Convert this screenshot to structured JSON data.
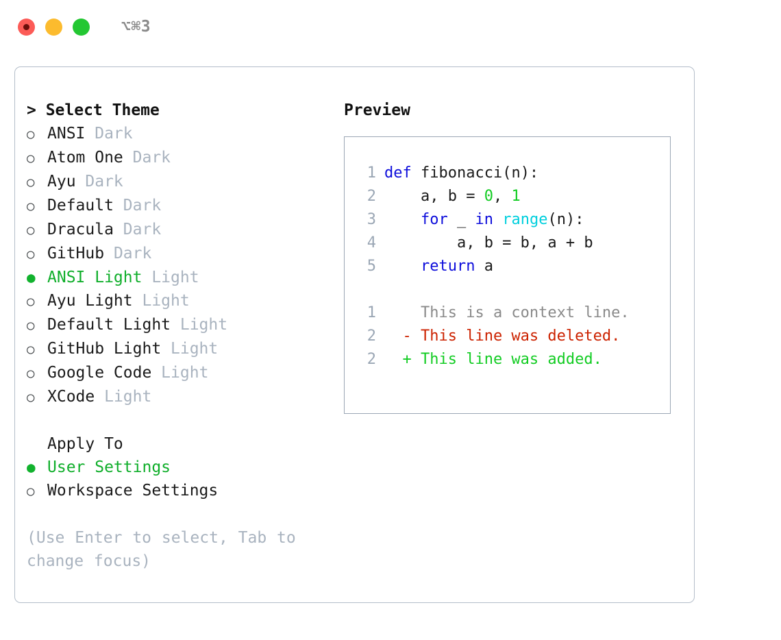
{
  "window": {
    "shortcut_label": "⌥⌘3",
    "traffic_lights": [
      {
        "name": "close",
        "color": "#fc5b57"
      },
      {
        "name": "minimize",
        "color": "#fcbb2e"
      },
      {
        "name": "maximize",
        "color": "#23c732"
      }
    ]
  },
  "theme_selector": {
    "header": "> Select Theme",
    "options": [
      {
        "bullet": "○",
        "name": "ANSI",
        "tag": " Dark",
        "selected": false
      },
      {
        "bullet": "○",
        "name": "Atom One",
        "tag": " Dark",
        "selected": false
      },
      {
        "bullet": "○",
        "name": "Ayu",
        "tag": " Dark",
        "selected": false
      },
      {
        "bullet": "○",
        "name": "Default",
        "tag": " Dark",
        "selected": false
      },
      {
        "bullet": "○",
        "name": "Dracula",
        "tag": " Dark",
        "selected": false
      },
      {
        "bullet": "○",
        "name": "GitHub",
        "tag": " Dark",
        "selected": false
      },
      {
        "bullet": "●",
        "name": "ANSI Light",
        "tag": " Light",
        "selected": true
      },
      {
        "bullet": "○",
        "name": "Ayu Light",
        "tag": " Light",
        "selected": false
      },
      {
        "bullet": "○",
        "name": "Default Light",
        "tag": " Light",
        "selected": false
      },
      {
        "bullet": "○",
        "name": "GitHub Light",
        "tag": " Light",
        "selected": false
      },
      {
        "bullet": "○",
        "name": "Google Code",
        "tag": " Light",
        "selected": false
      },
      {
        "bullet": "○",
        "name": "XCode",
        "tag": " Light",
        "selected": false
      }
    ]
  },
  "apply_to": {
    "label": "Apply To",
    "options": [
      {
        "bullet": "●",
        "name": "User Settings",
        "tag": "",
        "selected": true
      },
      {
        "bullet": "○",
        "name": "Workspace Settings",
        "tag": "",
        "selected": false
      }
    ]
  },
  "hint": "(Use Enter to select, Tab to change focus)",
  "preview": {
    "title": "Preview",
    "code_lines": [
      {
        "number": "1",
        "tokens": [
          {
            "text": "def",
            "cls": "tok-kw"
          },
          {
            "text": " fibonacci(n):",
            "cls": "tok-txt"
          }
        ]
      },
      {
        "number": "2",
        "tokens": [
          {
            "text": "    a, b = ",
            "cls": "tok-txt"
          },
          {
            "text": "0",
            "cls": "tok-num"
          },
          {
            "text": ", ",
            "cls": "tok-txt"
          },
          {
            "text": "1",
            "cls": "tok-num"
          }
        ]
      },
      {
        "number": "3",
        "tokens": [
          {
            "text": "    ",
            "cls": "tok-txt"
          },
          {
            "text": "for",
            "cls": "tok-kw"
          },
          {
            "text": " _ ",
            "cls": "tok-txt"
          },
          {
            "text": "in",
            "cls": "tok-kw"
          },
          {
            "text": " ",
            "cls": "tok-txt"
          },
          {
            "text": "range",
            "cls": "tok-fn"
          },
          {
            "text": "(n):",
            "cls": "tok-txt"
          }
        ]
      },
      {
        "number": "4",
        "tokens": [
          {
            "text": "        a, b = b, a + b",
            "cls": "tok-txt"
          }
        ]
      },
      {
        "number": "5",
        "tokens": [
          {
            "text": "    ",
            "cls": "tok-txt"
          },
          {
            "text": "return",
            "cls": "tok-kw"
          },
          {
            "text": " a",
            "cls": "tok-txt"
          }
        ]
      }
    ],
    "diff_lines": [
      {
        "number": "1",
        "marker": "  ",
        "text": "This is a context line.",
        "cls": "diff-ctx"
      },
      {
        "number": "2",
        "marker": "- ",
        "text": "This line was deleted.",
        "cls": "diff-del"
      },
      {
        "number": "2",
        "marker": "+ ",
        "text": "This line was added.",
        "cls": "diff-add"
      }
    ]
  },
  "colors": {
    "accent_green": "#0fae2a",
    "muted": "#a9b3bf",
    "keyword_blue": "#0d0ddb",
    "function_cyan": "#00cfdd",
    "number_green": "#12cc22",
    "diff_delete_red": "#cc2200",
    "diff_add_green": "#12cc22",
    "border": "#b3bdc9"
  }
}
